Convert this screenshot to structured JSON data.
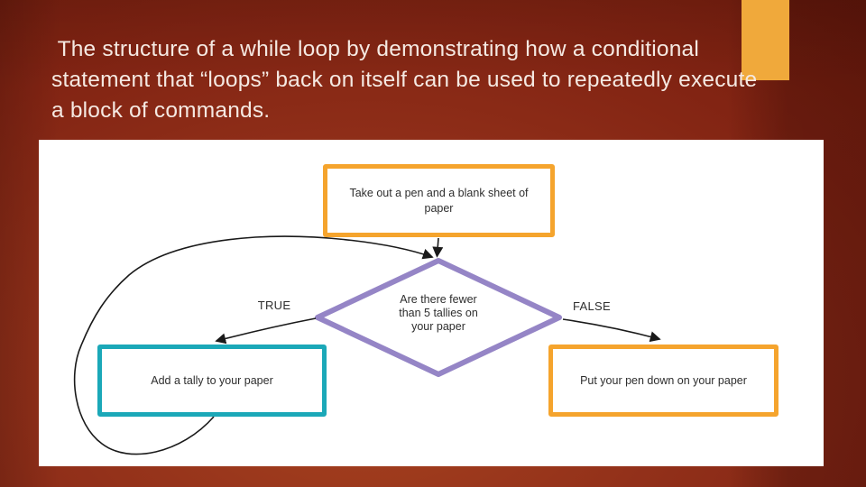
{
  "slide": {
    "title_lines": [
      " The structure of a while loop by demonstrating how a conditional",
      "statement that “loops” back on itself can be used to repeatedly execute",
      "a block of commands."
    ]
  },
  "flowchart": {
    "start_box_label": "Take out a pen and a blank sheet of paper",
    "decision_label": "Are there fewer than 5 tallies on your paper",
    "true_branch_label": "TRUE",
    "false_branch_label": "FALSE",
    "true_box_label": "Add a tally to your paper",
    "false_box_label": "Put your pen down on your paper"
  },
  "theme": {
    "background_red": "#822413",
    "background_red_light": "#A8431F",
    "accent_gold_bar": "#F0A93B",
    "title_text_color": "#F5E9E2",
    "panel_background": "#FFFFFF",
    "process_border_orange": "#F5A42D",
    "decision_border_purple": "#9585C6",
    "loop_border_teal": "#1BA8B8",
    "connector_black": "#1A1A1A",
    "chart_text_color": "#2E2E2E"
  }
}
